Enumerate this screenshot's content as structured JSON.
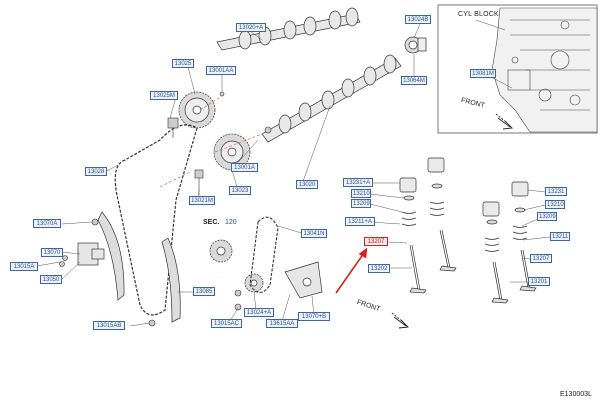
{
  "inset": {
    "label": "CYL  BLOCK",
    "front_label": "FRONT"
  },
  "front_label": "FRONT",
  "section": {
    "label": "SEC.",
    "value": "120"
  },
  "figure_id": "E130003L",
  "callouts": [
    {
      "id": "c1",
      "text": "13020+A",
      "highlight": false
    },
    {
      "id": "c2",
      "text": "13024B",
      "highlight": false
    },
    {
      "id": "c3",
      "text": "13001AA",
      "highlight": false
    },
    {
      "id": "c4",
      "text": "13025",
      "highlight": false
    },
    {
      "id": "c5",
      "text": "13064M",
      "highlight": false
    },
    {
      "id": "c6",
      "text": "13081M",
      "highlight": false
    },
    {
      "id": "c7",
      "text": "13025M",
      "highlight": false
    },
    {
      "id": "c8",
      "text": "13001A",
      "highlight": false
    },
    {
      "id": "c9",
      "text": "13028",
      "highlight": false
    },
    {
      "id": "c10",
      "text": "13021M",
      "highlight": false
    },
    {
      "id": "c11",
      "text": "13020",
      "highlight": false
    },
    {
      "id": "c12",
      "text": "13023",
      "highlight": false
    },
    {
      "id": "c13",
      "text": "13231+A",
      "highlight": false
    },
    {
      "id": "c14",
      "text": "13210",
      "highlight": false
    },
    {
      "id": "c15",
      "text": "13209",
      "highlight": false
    },
    {
      "id": "c16",
      "text": "13231",
      "highlight": false
    },
    {
      "id": "c17",
      "text": "13210",
      "highlight": false
    },
    {
      "id": "c18",
      "text": "13209",
      "highlight": false
    },
    {
      "id": "c19",
      "text": "13070A",
      "highlight": false
    },
    {
      "id": "c20",
      "text": "13211+A",
      "highlight": false
    },
    {
      "id": "c21",
      "text": "13041N",
      "highlight": false
    },
    {
      "id": "c22",
      "text": "13207",
      "highlight": true
    },
    {
      "id": "c23",
      "text": "13211",
      "highlight": false
    },
    {
      "id": "c24",
      "text": "13070",
      "highlight": false
    },
    {
      "id": "c25",
      "text": "13015A",
      "highlight": false
    },
    {
      "id": "c26",
      "text": "13050",
      "highlight": false
    },
    {
      "id": "c27",
      "text": "13202",
      "highlight": false
    },
    {
      "id": "c28",
      "text": "13207",
      "highlight": false
    },
    {
      "id": "c29",
      "text": "13201",
      "highlight": false
    },
    {
      "id": "c30",
      "text": "13085",
      "highlight": false
    },
    {
      "id": "c31",
      "text": "13015AB",
      "highlight": false
    },
    {
      "id": "c32",
      "text": "13015AC",
      "highlight": false
    },
    {
      "id": "c33",
      "text": "13024+A",
      "highlight": false
    },
    {
      "id": "c34",
      "text": "13615AA",
      "highlight": false
    },
    {
      "id": "c35",
      "text": "13070+B",
      "highlight": false
    }
  ]
}
